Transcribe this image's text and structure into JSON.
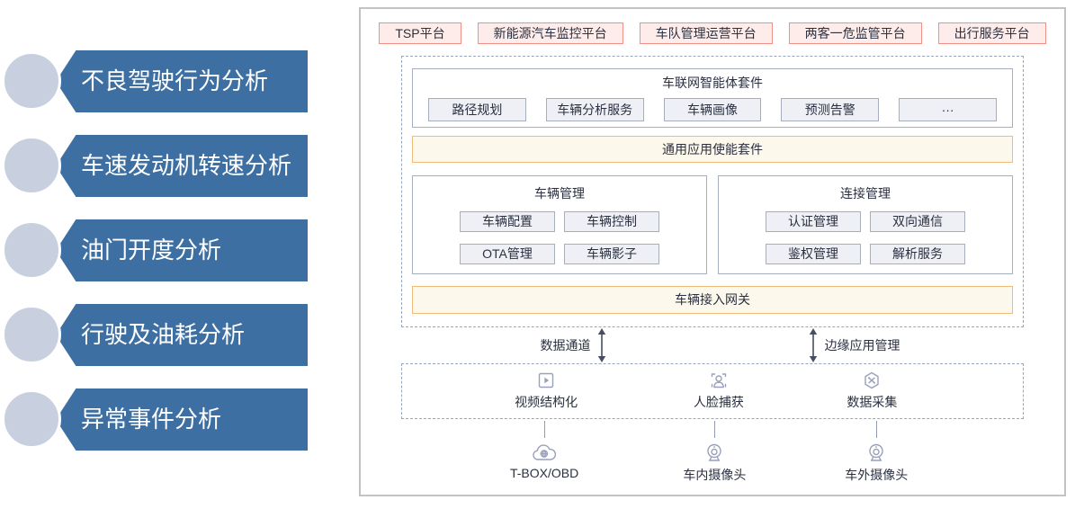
{
  "left_menu": {
    "items": [
      {
        "label": "不良驾驶行为分析"
      },
      {
        "label": "车速发动机转速分析"
      },
      {
        "label": "油门开度分析"
      },
      {
        "label": "行驶及油耗分析"
      },
      {
        "label": "异常事件分析"
      }
    ]
  },
  "diagram": {
    "platforms": [
      "TSP平台",
      "新能源汽车监控平台",
      "车队管理运营平台",
      "两客一危监管平台",
      "出行服务平台"
    ],
    "agent_suite": {
      "title": "车联网智能体套件",
      "items": [
        "路径规划",
        "车辆分析服务",
        "车辆画像",
        "预测告警",
        "···"
      ]
    },
    "enable_suite_label": "通用应用使能套件",
    "vehicle_mgmt": {
      "title": "车辆管理",
      "items": [
        "车辆配置",
        "车辆控制",
        "OTA管理",
        "车辆影子"
      ]
    },
    "conn_mgmt": {
      "title": "连接管理",
      "items": [
        "认证管理",
        "双向通信",
        "鉴权管理",
        "解析服务"
      ]
    },
    "gateway_label": "车辆接入网关",
    "channels": [
      {
        "label": "数据通道"
      },
      {
        "label": "边缘应用管理"
      }
    ],
    "edge_services": [
      {
        "label": "视频结构化",
        "icon": "video-structuring-icon"
      },
      {
        "label": "人脸捕获",
        "icon": "face-capture-icon"
      },
      {
        "label": "数据采集",
        "icon": "data-collection-icon"
      }
    ],
    "devices": [
      {
        "label": "T-BOX/OBD",
        "icon": "cloud-tbox-icon"
      },
      {
        "label": "车内摄像头",
        "icon": "camera-icon"
      },
      {
        "label": "车外摄像头",
        "icon": "camera-icon"
      }
    ]
  },
  "colors": {
    "banner_blue": "#3e6fa2",
    "bullet_circle": "#c8d0df",
    "platform_fill": "#fdecea",
    "platform_border": "#ef8f85",
    "chip_fill": "#eef0f6",
    "box_border": "#a6adbd",
    "bar_fill": "#fdf8ec",
    "bar_border": "#f0bc79",
    "dashed_border": "#9aa4bb",
    "icon_stroke": "#99a1ba",
    "arrow": "#474d63",
    "text": "#2b3040"
  }
}
